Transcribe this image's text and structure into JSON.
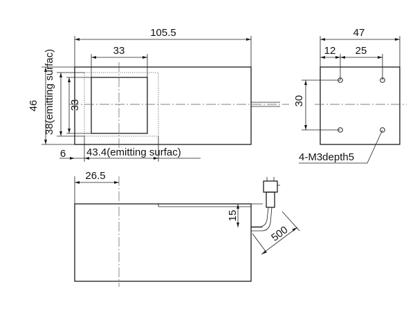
{
  "front_view": {
    "width_label": "105.5",
    "window_width_label": "33",
    "height_label": "46",
    "window_height_label": "33",
    "emitting_height_label": "38(emitting surfac)",
    "emitting_width_label": "43.4(emitting surfac)",
    "offset_label": "6"
  },
  "side_view": {
    "width_label": "47",
    "hole_offset_label": "12",
    "hole_spacing_label": "25",
    "vertical_spacing_label": "30",
    "thread_callout": "4-M3depth5"
  },
  "bottom_view": {
    "offset_label": "26.5",
    "height_label": "15",
    "cable_length_label": "500"
  }
}
